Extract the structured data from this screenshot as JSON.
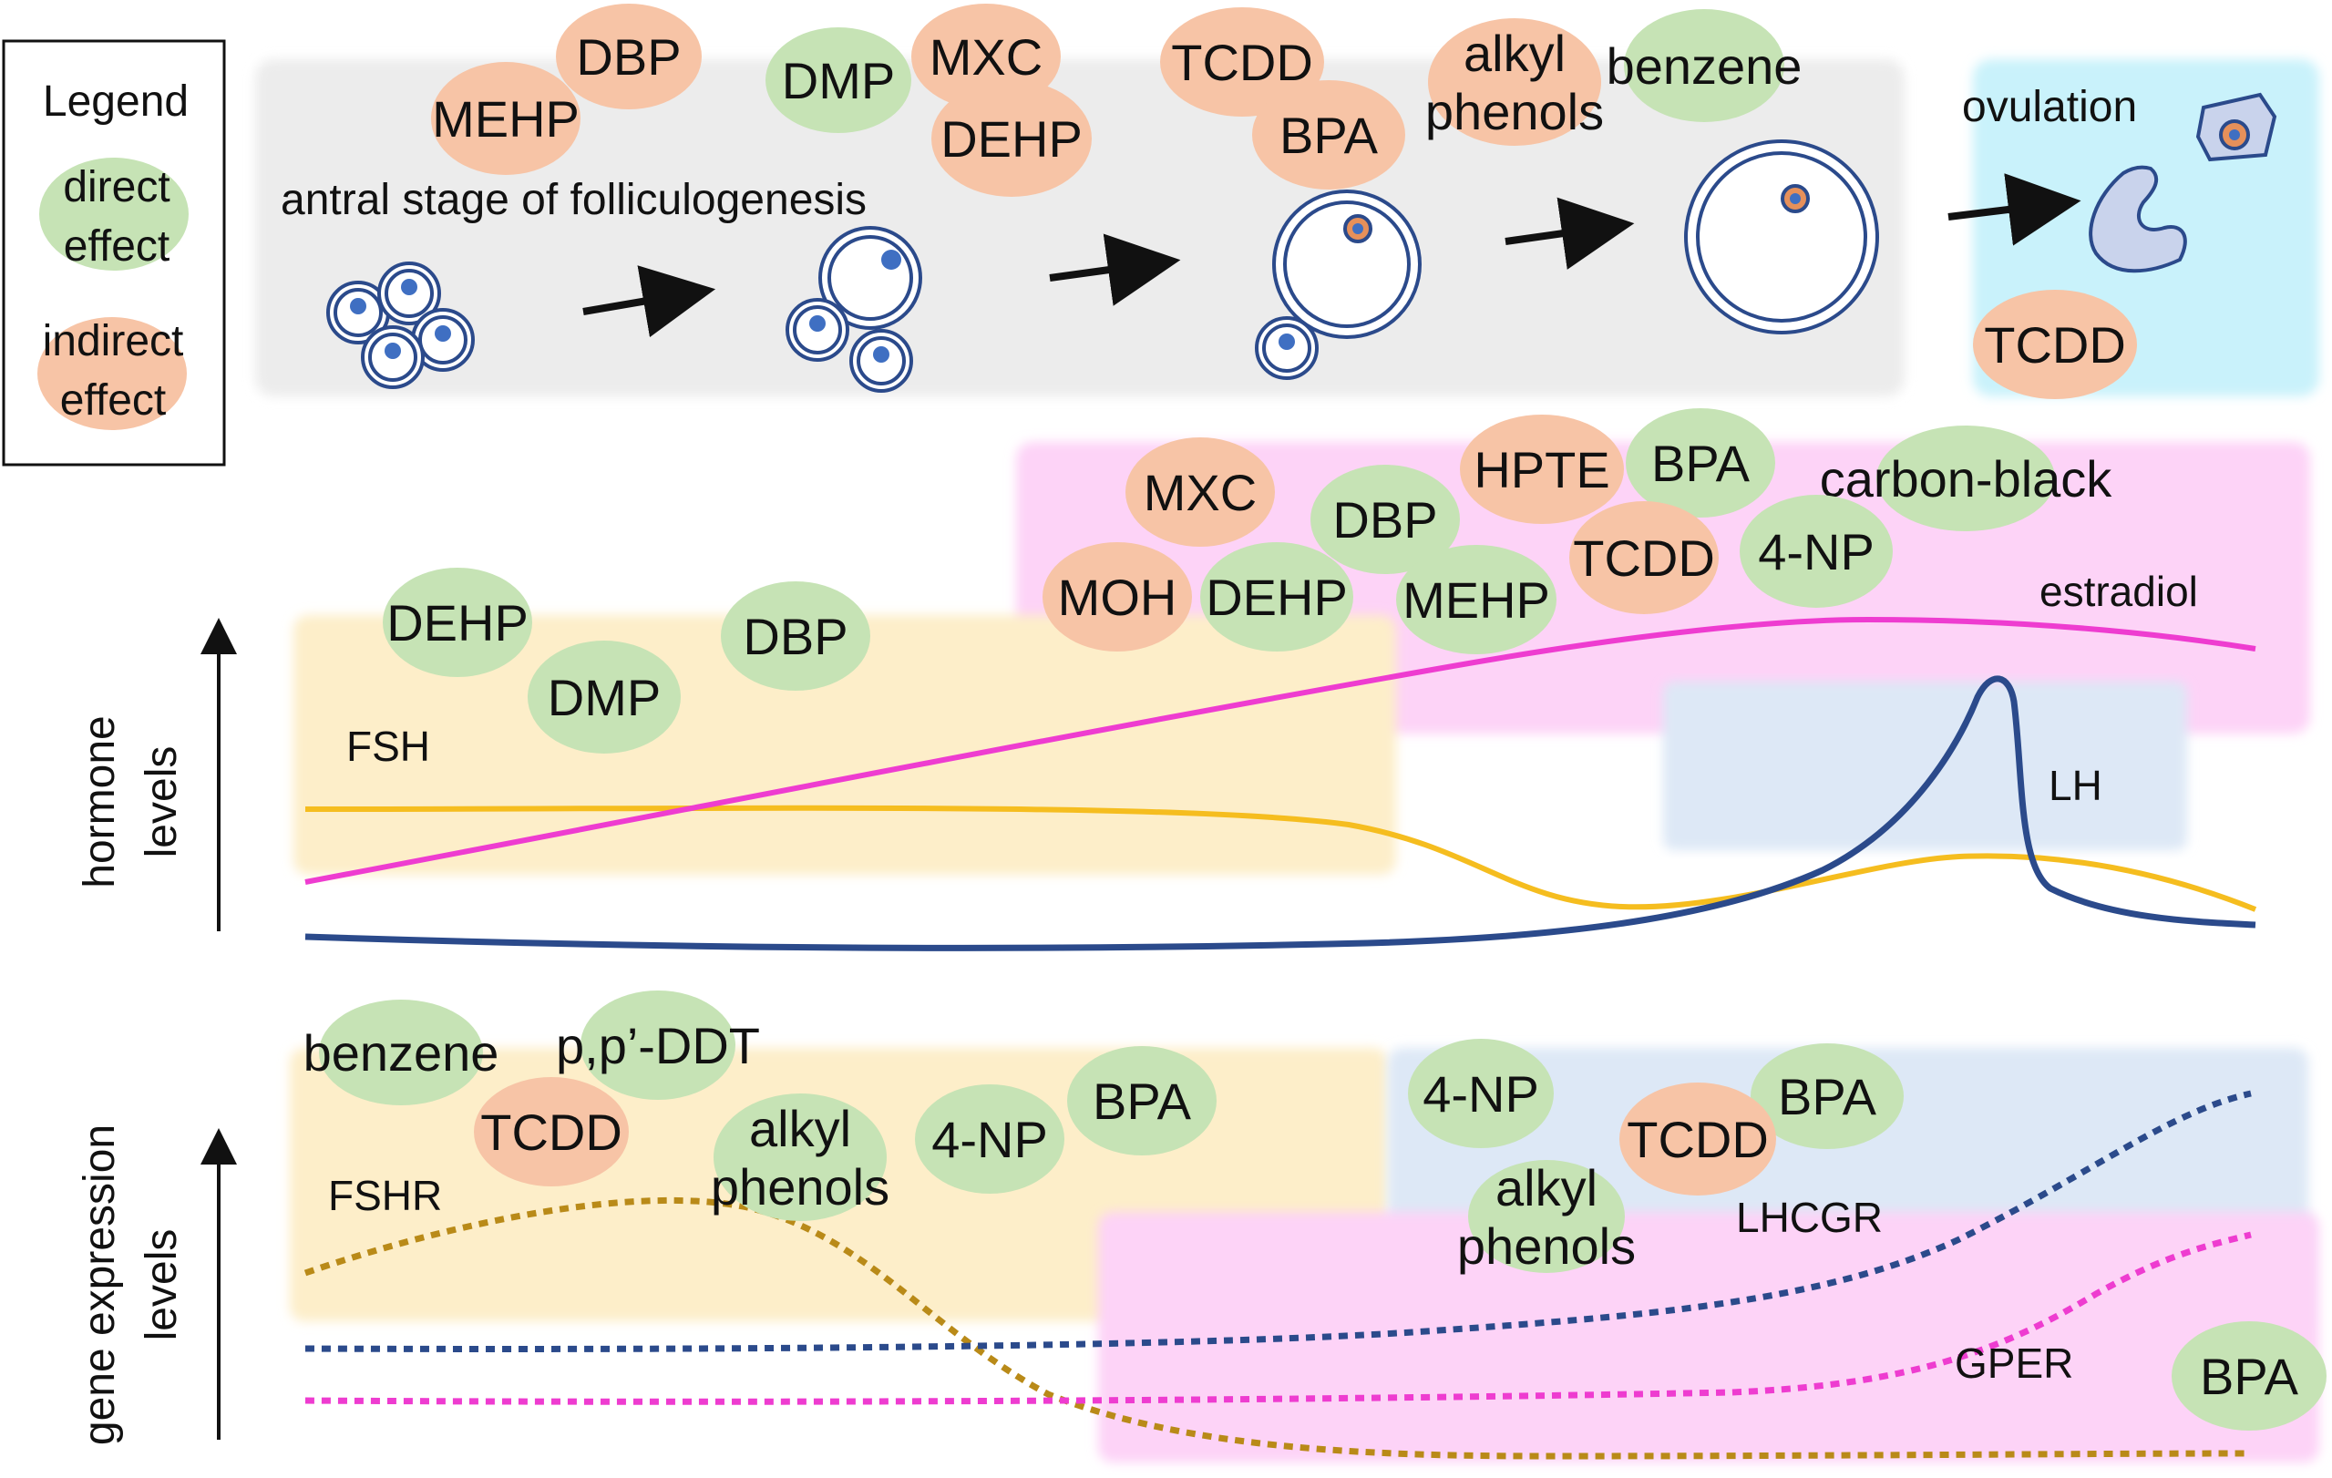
{
  "legend": {
    "title": "Legend",
    "direct": [
      "direct",
      "effect"
    ],
    "indirect": [
      "indirect",
      "effect"
    ]
  },
  "colors": {
    "direct": "#c6e3b5",
    "indirect": "#f7c4a6",
    "follicle_panel": "#ececec",
    "ovulation_panel": "#c9f2fb",
    "estradiol_zone": "#fdd3f7",
    "fsh_zone": "#fdeec9",
    "lh_zone": "#dde8f6",
    "estradiol": "#ee3cd0",
    "fsh": "#f5bd1f",
    "lh": "#2b4a8b",
    "fshr": "#b98a18",
    "lhcgr": "#2b4a8b",
    "gper": "#ee3cd0",
    "follicle_outline": "#2b4a8b",
    "oocyte_nucleus": "#e6905a"
  },
  "top": {
    "stage_label": "antral stage of folliculogenesis",
    "ovulation_label": "ovulation",
    "chemicals": [
      {
        "label": "MEHP",
        "effect": "indirect"
      },
      {
        "label": "DBP",
        "effect": "indirect"
      },
      {
        "label": "DMP",
        "effect": "direct"
      },
      {
        "label": "MXC",
        "effect": "indirect"
      },
      {
        "label": "DEHP",
        "effect": "indirect"
      },
      {
        "label": "TCDD",
        "effect": "indirect"
      },
      {
        "label": "BPA",
        "effect": "indirect"
      },
      {
        "label": "alkyl phenols",
        "effect": "indirect"
      },
      {
        "label": "benzene",
        "effect": "direct"
      },
      {
        "label": "TCDD",
        "effect": "indirect"
      }
    ]
  },
  "hormones": {
    "axis_label": [
      "hormone",
      "levels"
    ],
    "labels": {
      "estradiol": "estradiol",
      "fsh": "FSH",
      "lh": "LH"
    },
    "chemicals": [
      {
        "label": "MXC",
        "effect": "indirect"
      },
      {
        "label": "DBP",
        "effect": "direct"
      },
      {
        "label": "HPTE",
        "effect": "indirect"
      },
      {
        "label": "BPA",
        "effect": "direct"
      },
      {
        "label": "carbon-black",
        "effect": "direct"
      },
      {
        "label": "MOH",
        "effect": "indirect"
      },
      {
        "label": "DEHP",
        "effect": "direct"
      },
      {
        "label": "MEHP",
        "effect": "direct"
      },
      {
        "label": "TCDD",
        "effect": "indirect"
      },
      {
        "label": "4-NP",
        "effect": "direct"
      },
      {
        "label": "DEHP",
        "effect": "direct"
      },
      {
        "label": "DMP",
        "effect": "direct"
      },
      {
        "label": "DBP",
        "effect": "direct"
      }
    ]
  },
  "genes": {
    "axis_label": [
      "gene expression",
      "levels"
    ],
    "labels": {
      "fshr": "FSHR",
      "lhcgr": "LHCGR",
      "gper": "GPER"
    },
    "chemicals": [
      {
        "label": "benzene",
        "effect": "direct"
      },
      {
        "label": "p,p’-DDT",
        "effect": "direct"
      },
      {
        "label": "TCDD",
        "effect": "indirect"
      },
      {
        "label": "alkyl phenols",
        "effect": "direct"
      },
      {
        "label": "4-NP",
        "effect": "direct"
      },
      {
        "label": "BPA",
        "effect": "direct"
      },
      {
        "label": "4-NP",
        "effect": "direct"
      },
      {
        "label": "BPA",
        "effect": "direct"
      },
      {
        "label": "TCDD",
        "effect": "indirect"
      },
      {
        "label": "alkyl phenols",
        "effect": "direct"
      },
      {
        "label": "BPA",
        "effect": "direct"
      }
    ]
  }
}
